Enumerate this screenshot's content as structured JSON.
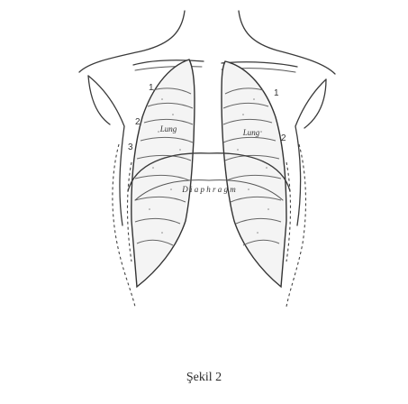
{
  "figure": {
    "caption": "Şekil 2",
    "lung_labels": {
      "left": "Lung",
      "right": "Lung"
    },
    "region_labels": {
      "left": [
        "1",
        "2",
        "3"
      ],
      "right": [
        "1",
        "2"
      ]
    },
    "diaphragm_text": "D i a p h r a g m"
  }
}
